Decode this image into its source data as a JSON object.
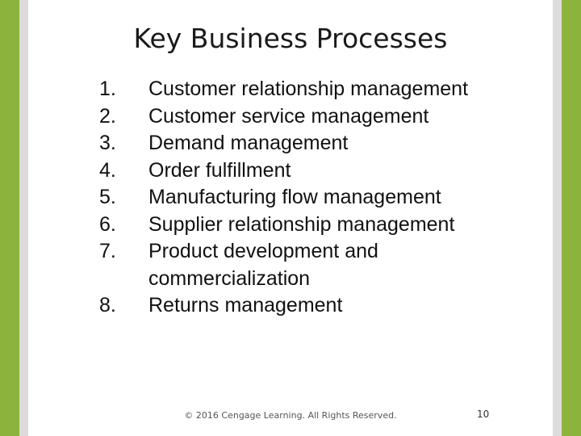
{
  "slide": {
    "title": "Key Business Processes",
    "items": [
      {
        "num": "1.",
        "text": "Customer relationship management"
      },
      {
        "num": "2.",
        "text": "Customer service management"
      },
      {
        "num": "3.",
        "text": "Demand management"
      },
      {
        "num": "4.",
        "text": "Order fulfillment"
      },
      {
        "num": "5.",
        "text": "Manufacturing flow management"
      },
      {
        "num": "6.",
        "text": "Supplier relationship management"
      },
      {
        "num": "7.",
        "text": "Product development and commercialization"
      },
      {
        "num": "8.",
        "text": "Returns management"
      }
    ],
    "footer": "© 2016 Cengage Learning. All Rights Reserved.",
    "page_number": "10"
  },
  "colors": {
    "accent_green": "#8cb43c",
    "border_gray": "#dcdcdc"
  }
}
